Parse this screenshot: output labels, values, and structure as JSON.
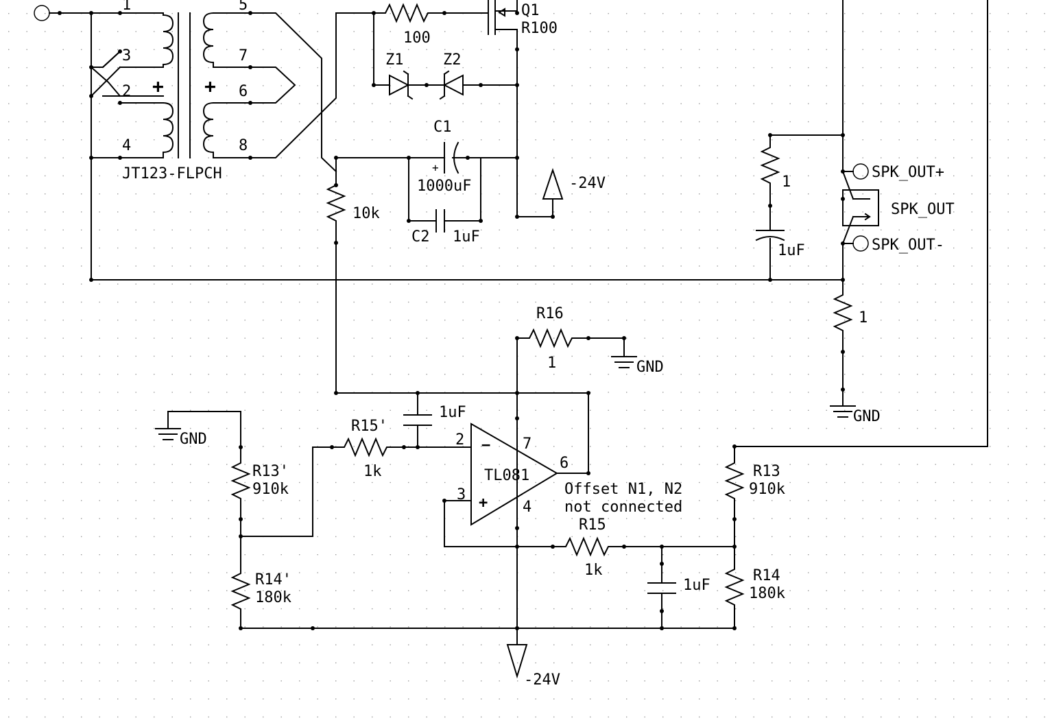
{
  "transformer": {
    "label": "JT123-FLPCH",
    "pins": [
      "1",
      "3",
      "2",
      "4",
      "5",
      "7",
      "6",
      "8"
    ],
    "polarity": "+"
  },
  "resistors": {
    "gate": "100",
    "bias": "10k",
    "r16_name": "R16",
    "r16_value": "1",
    "r15p_name": "R15'",
    "r15p_value": "1k",
    "r15_name": "R15",
    "r15_value": "1k",
    "r13p_name": "R13'",
    "r13p_value": "910k",
    "r14p_name": "R14'",
    "r14p_value": "180k",
    "r13_name": "R13",
    "r13_value": "910k",
    "r14_name": "R14",
    "r14_value": "180k",
    "snubber": "1",
    "sense": "1"
  },
  "mosfet": {
    "name": "Q1",
    "part": "R100"
  },
  "zeners": {
    "z1": "Z1",
    "z2": "Z2"
  },
  "capacitors": {
    "c1_name": "C1",
    "c1_value": "1000uF",
    "c1_polarity": "+",
    "c2_name": "C2",
    "c2_value": "1uF",
    "snubber": "1uF",
    "feedback": "1uF",
    "filter": "1uF"
  },
  "supply": {
    "label": "-24V"
  },
  "ground": {
    "label": "GND"
  },
  "speaker": {
    "plus": "SPK_OUT+",
    "name": "SPK_OUT",
    "minus": "SPK_OUT-"
  },
  "opamp": {
    "part": "TL081",
    "pin_inv": "2",
    "pin_noninv": "3",
    "pin_vplus": "7",
    "pin_vminus": "4",
    "pin_out": "6",
    "sign_minus": "−",
    "sign_plus": "+",
    "note_line1": "Offset N1, N2",
    "note_line2": "not connected"
  }
}
